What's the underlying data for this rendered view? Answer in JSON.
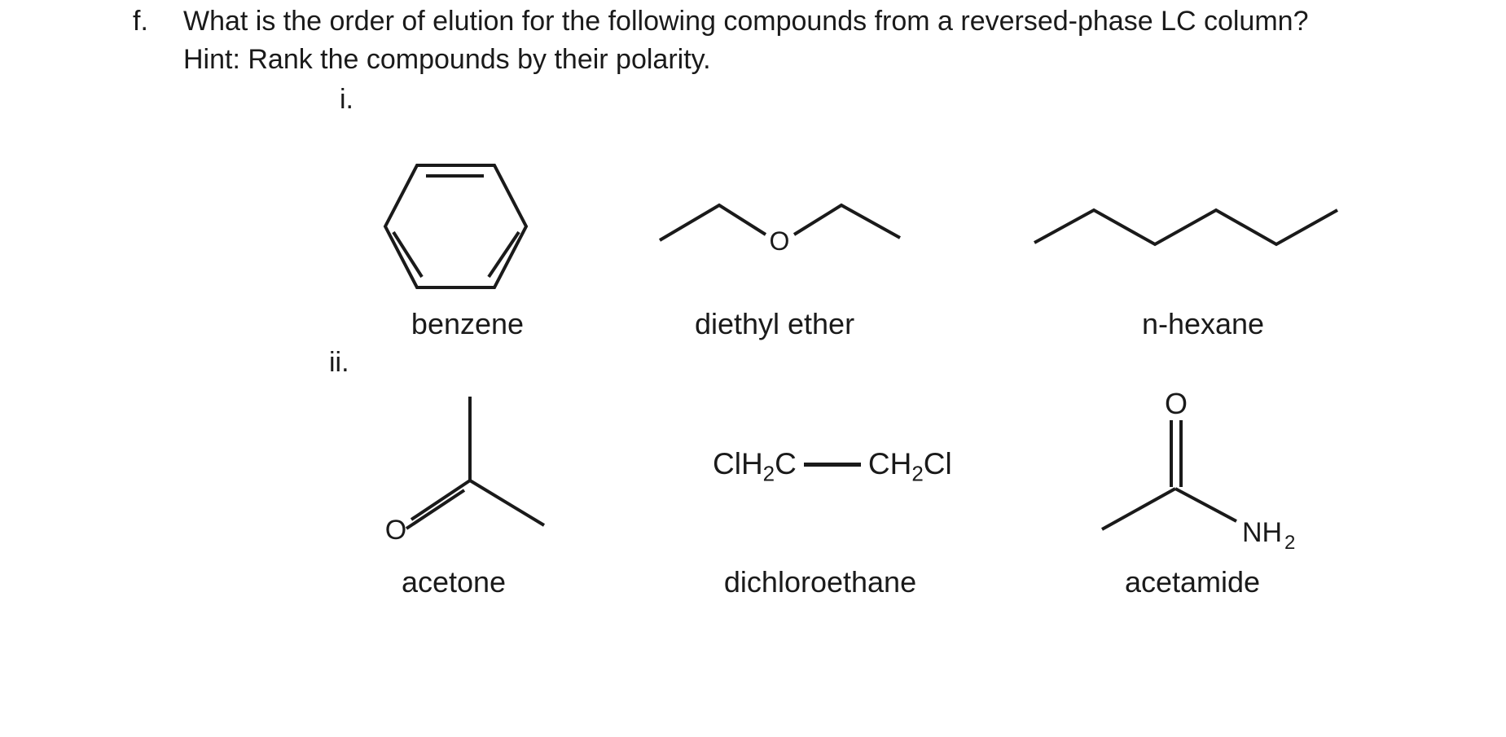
{
  "colors": {
    "ink": "#1a1a1a",
    "background": "#ffffff"
  },
  "question": {
    "item_label": "f.",
    "text": "What is the order of elution for the following compounds from a reversed-phase LC column?",
    "hint": "Hint: Rank the compounds by their polarity."
  },
  "sections": {
    "i": {
      "label": "i.",
      "benzene": {
        "name": "benzene"
      },
      "diethyl_ether": {
        "name": "diethyl ether",
        "oxygen": "O"
      },
      "n_hexane": {
        "name": "n-hexane"
      }
    },
    "ii": {
      "label": "ii.",
      "acetone": {
        "name": "acetone",
        "oxygen": "O"
      },
      "dichloroethane": {
        "name": "dichloroethane",
        "formula": {
          "p1": "ClH",
          "s1": "2",
          "p2": "C",
          "p3": "CH",
          "s2": "2",
          "p4": "Cl"
        }
      },
      "acetamide": {
        "name": "acetamide",
        "oxygen": "O",
        "amine": "NH",
        "amine_sub": "2"
      }
    }
  }
}
